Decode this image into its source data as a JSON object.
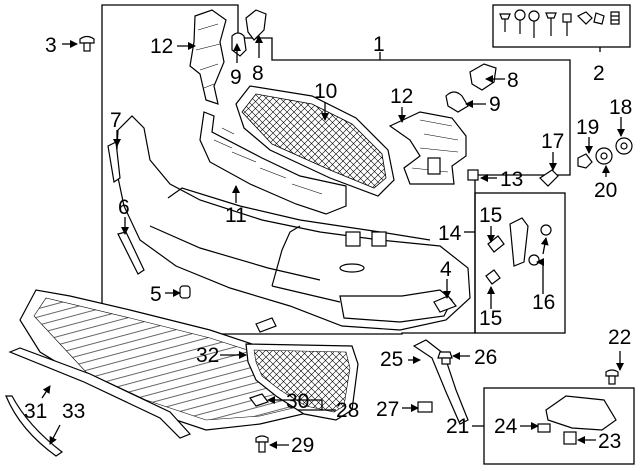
{
  "diagram": {
    "callouts": [
      "1",
      "2",
      "3",
      "4",
      "5",
      "6",
      "7",
      "8",
      "8",
      "9",
      "9",
      "10",
      "11",
      "12",
      "12",
      "13",
      "14",
      "15",
      "15",
      "16",
      "17",
      "18",
      "19",
      "20",
      "21",
      "22",
      "23",
      "24",
      "25",
      "26",
      "27",
      "28",
      "29",
      "30",
      "31",
      "32",
      "33"
    ]
  }
}
